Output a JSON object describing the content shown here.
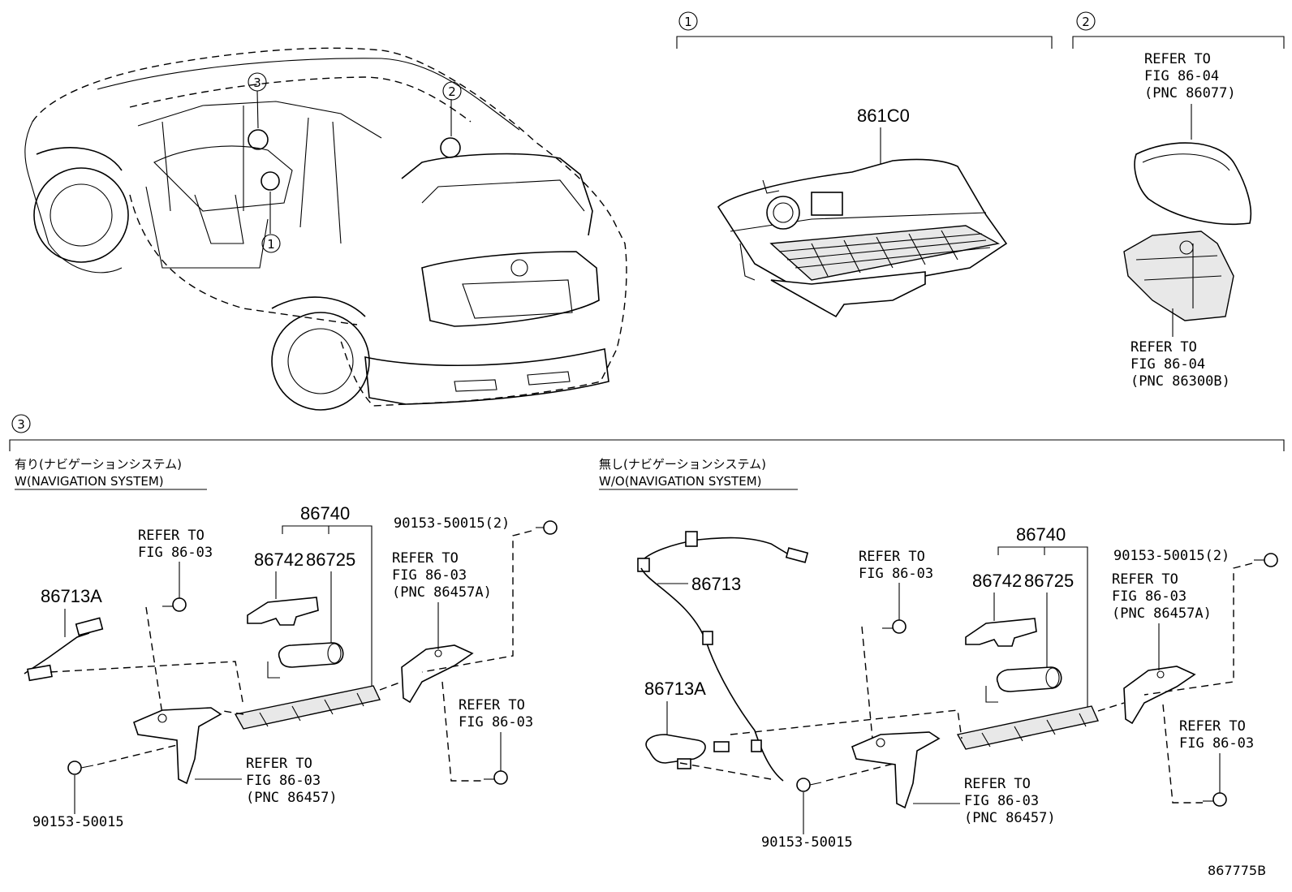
{
  "callouts": {
    "one": "1",
    "two": "2",
    "three": "3"
  },
  "section1": {
    "part_86100": "861C0"
  },
  "section2": {
    "refer_top": [
      "REFER TO",
      "FIG 86-04",
      "(PNC 86077)"
    ],
    "refer_bottom": [
      "REFER TO",
      "FIG 86-04",
      "(PNC 86300B)"
    ]
  },
  "section3": {
    "left": {
      "title_jp": "有り(ナビゲーションシステム)",
      "title_en": "W(NAVIGATION SYSTEM)",
      "part_86740": "86740",
      "part_86742": "86742",
      "part_86725": "86725",
      "part_86713A": "86713A",
      "bolt_top": "90153-50015(2)",
      "bolt_bottom": "90153-50015",
      "refer_a": [
        "REFER TO",
        "FIG 86-03"
      ],
      "refer_b": [
        "REFER TO",
        "FIG 86-03",
        "(PNC 86457A)"
      ],
      "refer_c": [
        "REFER TO",
        "FIG 86-03"
      ],
      "refer_d": [
        "REFER TO",
        "FIG 86-03",
        "(PNC 86457)"
      ]
    },
    "right": {
      "title_jp": "無し(ナビゲーションシステム)",
      "title_en": "W/O(NAVIGATION SYSTEM)",
      "part_86740": "86740",
      "part_86742": "86742",
      "part_86725": "86725",
      "part_86713": "86713",
      "part_86713A": "86713A",
      "bolt_top": "90153-50015(2)",
      "bolt_bottom": "90153-50015",
      "refer_a": [
        "REFER TO",
        "FIG 86-03"
      ],
      "refer_b": [
        "REFER TO",
        "FIG 86-03",
        "(PNC 86457A)"
      ],
      "refer_c": [
        "REFER TO",
        "FIG 86-03"
      ],
      "refer_d": [
        "REFER TO",
        "FIG 86-03",
        "(PNC 86457)"
      ]
    }
  },
  "figure_id": "867775B"
}
